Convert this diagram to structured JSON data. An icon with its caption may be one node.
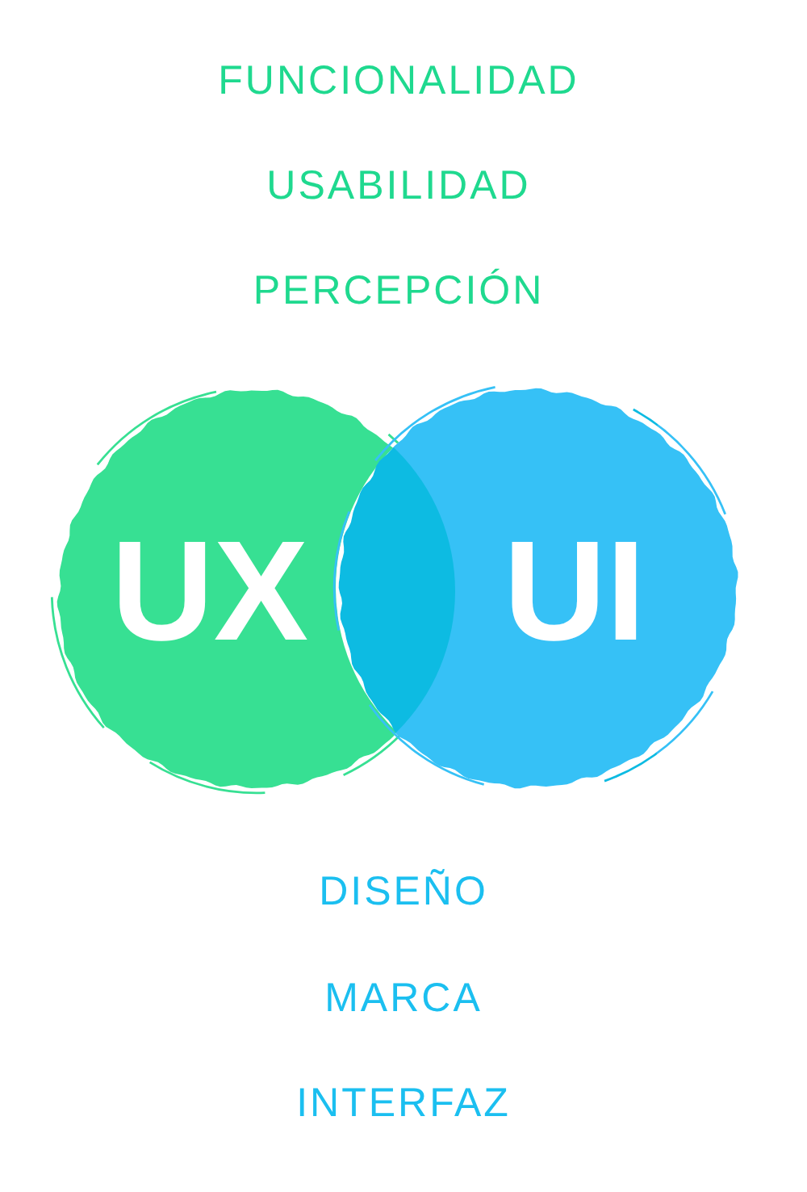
{
  "diagram": {
    "nodes": [
      {
        "text": [
          "UX"
        ],
        "beside": [
          "FUNCIONALIDAD",
          "USABILIDAD",
          "PERCEPCIÓN"
        ]
      },
      {
        "text": [
          "UI"
        ],
        "beside": [
          "DISEÑO",
          "MARCA",
          "INTERFAZ"
        ]
      }
    ]
  }
}
